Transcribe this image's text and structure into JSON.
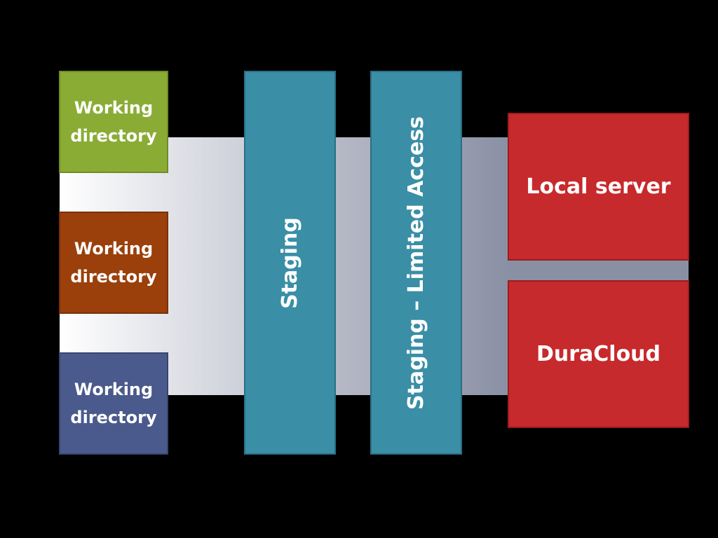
{
  "working_directories": [
    {
      "label": "Working directory",
      "color": "#8aac35"
    },
    {
      "label": "Working directory",
      "color": "#9b400b"
    },
    {
      "label": "Working directory",
      "color": "#4a5a8c"
    }
  ],
  "staging": {
    "label": "Staging",
    "color": "#3a8ea6"
  },
  "staging_limited": {
    "label": "Staging – Limited Access",
    "color": "#3a8ea6"
  },
  "destinations": [
    {
      "label": "Local server",
      "color": "#c72a2c"
    },
    {
      "label": "DuraCloud",
      "color": "#c72a2c"
    }
  ]
}
